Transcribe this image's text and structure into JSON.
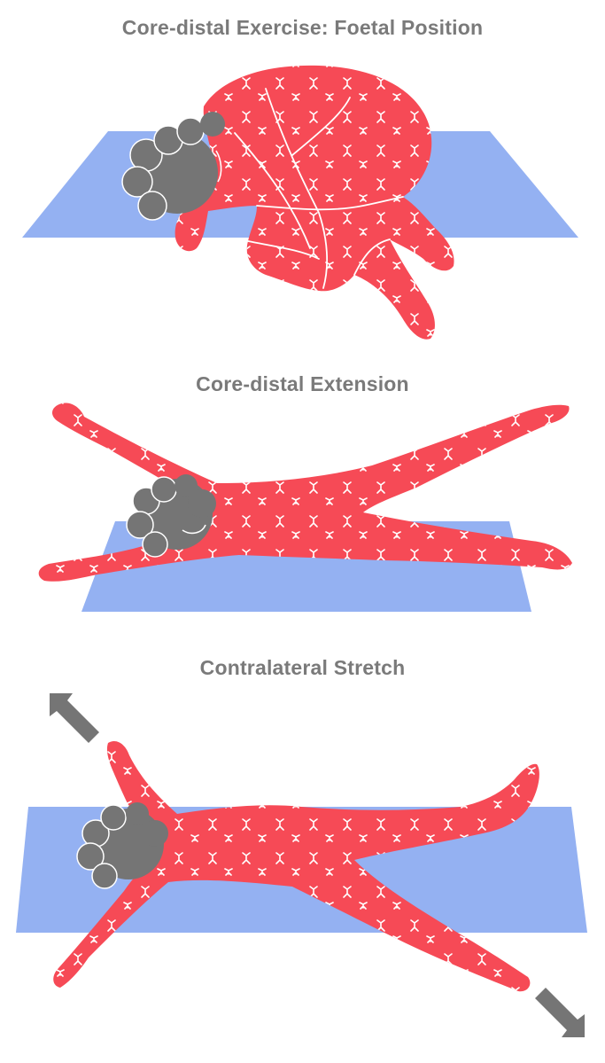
{
  "colors": {
    "mat": "#94b1f2",
    "body": "#f64a56",
    "hair": "#757575",
    "pattern": "#ffffff",
    "arrow": "#757575",
    "title": "#7a7a7a"
  },
  "panels": [
    {
      "title": "Core-distal Exercise: Foetal Position"
    },
    {
      "title": "Core-distal Extension"
    },
    {
      "title": "Contralateral Stretch"
    }
  ],
  "icons": {
    "person": "person-figure-icon",
    "mat": "yoga-mat-icon",
    "arrow": "direction-arrow-icon"
  }
}
